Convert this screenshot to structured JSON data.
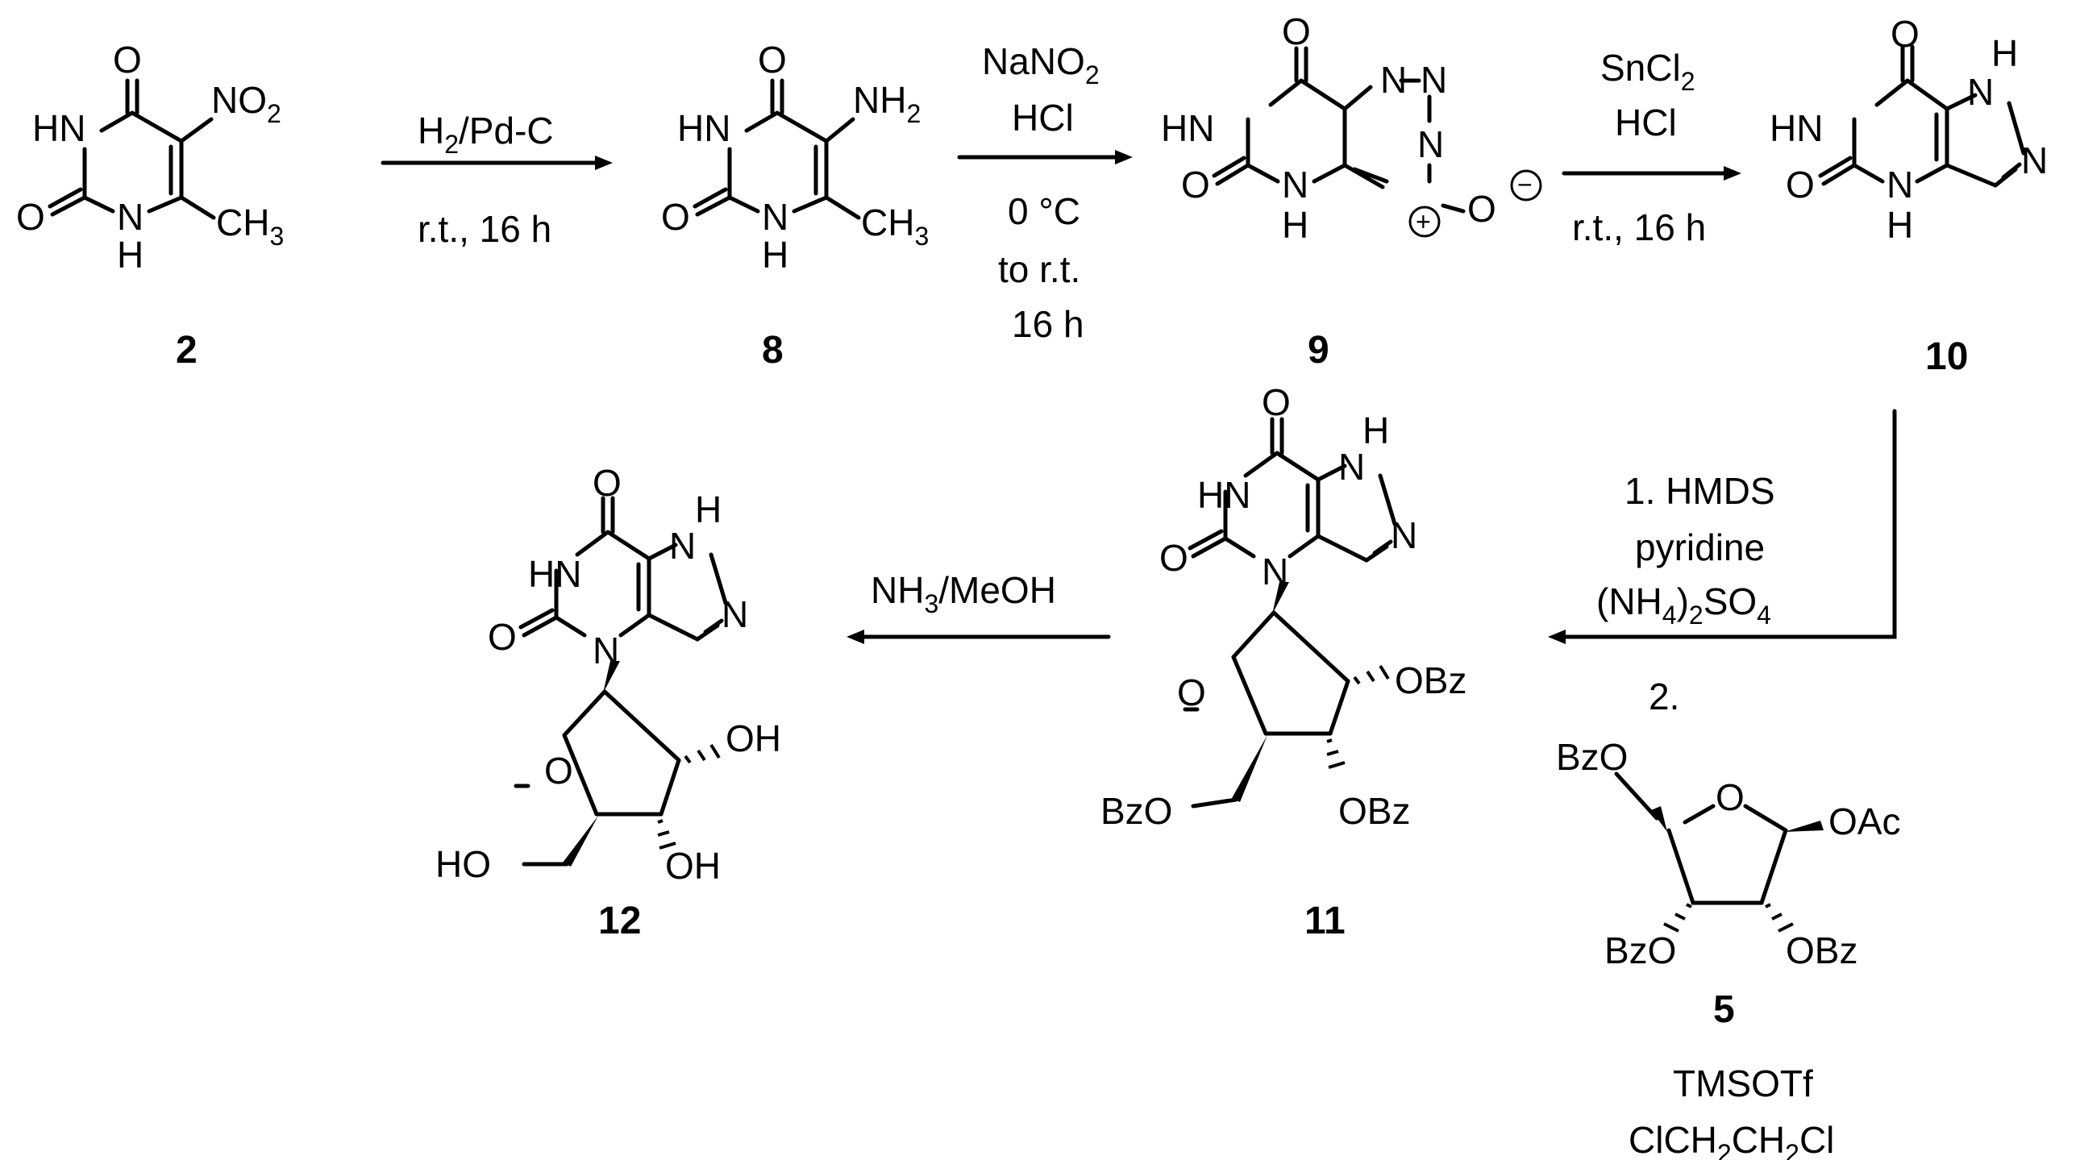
{
  "compounds": {
    "c2": {
      "number": "2",
      "nitro": "NO",
      "nitro_sub": "2",
      "nh_top": "HN",
      "nh_bot": "H",
      "n_bot": "N",
      "o_top": "O",
      "o_left": "O",
      "methyl": "CH",
      "methyl_sub": "3"
    },
    "c8": {
      "number": "8",
      "amino": "NH",
      "amino_sub": "2",
      "nh_top": "HN",
      "nh_bot": "H",
      "n_bot": "N",
      "o_top": "O",
      "o_left": "O",
      "methyl": "CH",
      "methyl_sub": "3"
    },
    "c9": {
      "number": "9",
      "o_top": "O",
      "o_left": "O",
      "nh_top": "HN",
      "n_bot": "N",
      "h_bot": "H",
      "n1": "N",
      "n2": "N",
      "n3": "N",
      "o_minus": "O",
      "plus": "+",
      "minus": "−"
    },
    "c10": {
      "number": "10",
      "o_top": "O",
      "o_left": "O",
      "nh_top": "HN",
      "n_bot": "N",
      "h_bot": "H",
      "pz_h": "H",
      "pz_n1": "N",
      "pz_n2": "N"
    },
    "c11": {
      "number": "11",
      "o_top": "O",
      "o_left": "O",
      "nh_top": "HN",
      "n_bot": "N",
      "pz_h": "H",
      "pz_n1": "N",
      "pz_n2": "N",
      "ring_o": "O",
      "obz2": "OBz",
      "obz3": "OBz",
      "bzo5": "BzO"
    },
    "c12": {
      "number": "12",
      "o_top": "O",
      "o_left": "O",
      "nh_top": "HN",
      "n_bot": "N",
      "pz_h": "H",
      "pz_n1": "N",
      "pz_n2": "N",
      "ring_o": "O",
      "oh2": "OH",
      "oh3": "OH",
      "ho5": "HO"
    },
    "c5": {
      "number": "5",
      "ring_o": "O",
      "bzo5": "BzO",
      "oac": "OAc",
      "bzo3": "BzO",
      "obz2": "OBz"
    }
  },
  "conditions": {
    "step1": {
      "line1": "H",
      "line1_sub": "2",
      "line1_rest": "/Pd-C",
      "line2": "r.t., 16 h"
    },
    "step2": {
      "line1": "NaNO",
      "line1_sub": "2",
      "line2": "HCl",
      "line3": "0 °C",
      "line4": "to r.t.",
      "line5": "16 h"
    },
    "step3": {
      "line1": "SnCl",
      "line1_sub": "2",
      "line2": "HCl",
      "line3": "r.t., 16 h"
    },
    "step4": {
      "line1": "1. HMDS",
      "line2": "pyridine",
      "line3a": "(NH",
      "line3_sub1": "4",
      "line3b": ")",
      "line3_sub2": "2",
      "line3c": "SO",
      "line3_sub3": "4",
      "line4": "2.",
      "line5": "TMSOTf",
      "line6a": "ClCH",
      "line6_sub1": "2",
      "line6b": "CH",
      "line6_sub2": "2",
      "line6c": "Cl"
    },
    "step5": {
      "line1a": "NH",
      "line1_sub": "3",
      "line1b": "/MeOH"
    }
  }
}
